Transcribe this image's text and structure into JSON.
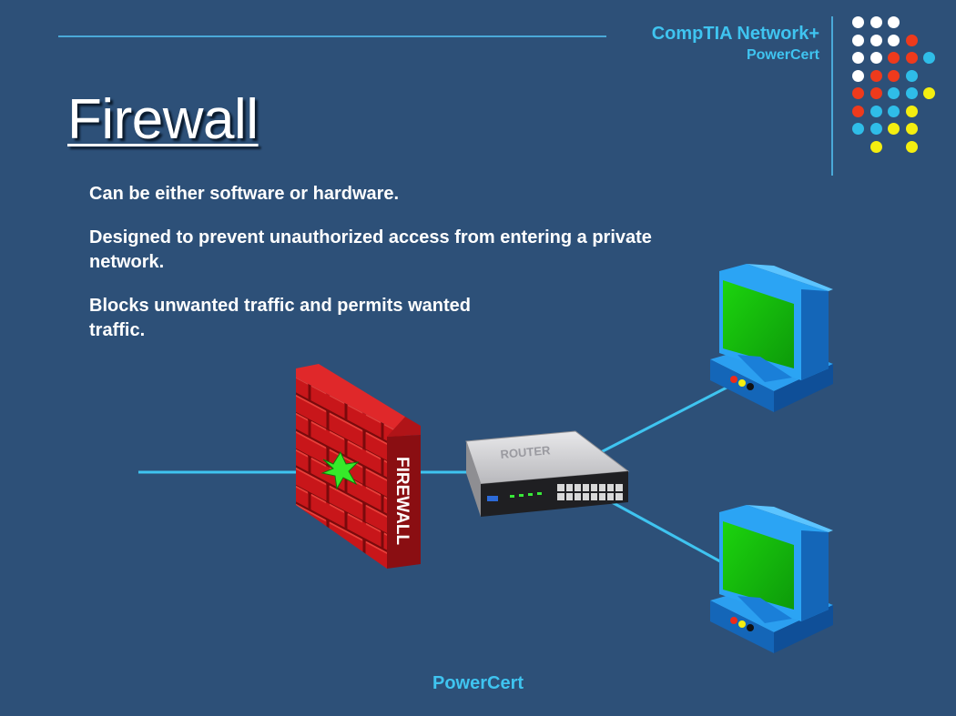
{
  "header": {
    "brand": "CompTIA Network+",
    "sub_brand": "PowerCert"
  },
  "title": "Firewall",
  "bullets": [
    "Can be either software or hardware.",
    "Designed to prevent unauthorized access from entering a private network.",
    "Blocks unwanted traffic and permits wanted traffic."
  ],
  "diagram": {
    "firewall_label": "FIREWALL",
    "router_label": "ROUTER"
  },
  "footer": "PowerCert",
  "colors": {
    "background": "#2d5078",
    "accent": "#3fc4f0",
    "dot_white": "#ffffff",
    "dot_red": "#ee3a1c",
    "dot_blue": "#2fbde8",
    "dot_yellow": "#f4ee10",
    "wall": "#c8161a",
    "screen": "#22d81a",
    "computer": "#1d8fe0"
  }
}
